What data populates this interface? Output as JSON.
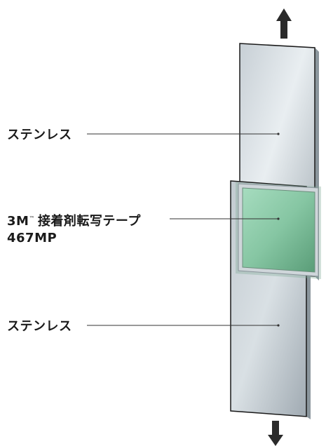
{
  "labels": {
    "top_plate": "ステンレス",
    "tape_brand": "3M",
    "tape_tm": "™",
    "tape_name": "接着剤転写テープ",
    "tape_product": "467MP",
    "bottom_plate": "ステンレス"
  },
  "colors": {
    "steel_light": "#e8eef2",
    "steel_dark": "#a4aeb5",
    "tape_green_light": "#a8dcc0",
    "tape_green_dark": "#5ea47e",
    "outline": "#1a1a1a",
    "arrow": "#2a2a2a"
  },
  "icons": {
    "top_arrow": "arrow-up-icon",
    "bottom_arrow": "arrow-down-icon"
  }
}
